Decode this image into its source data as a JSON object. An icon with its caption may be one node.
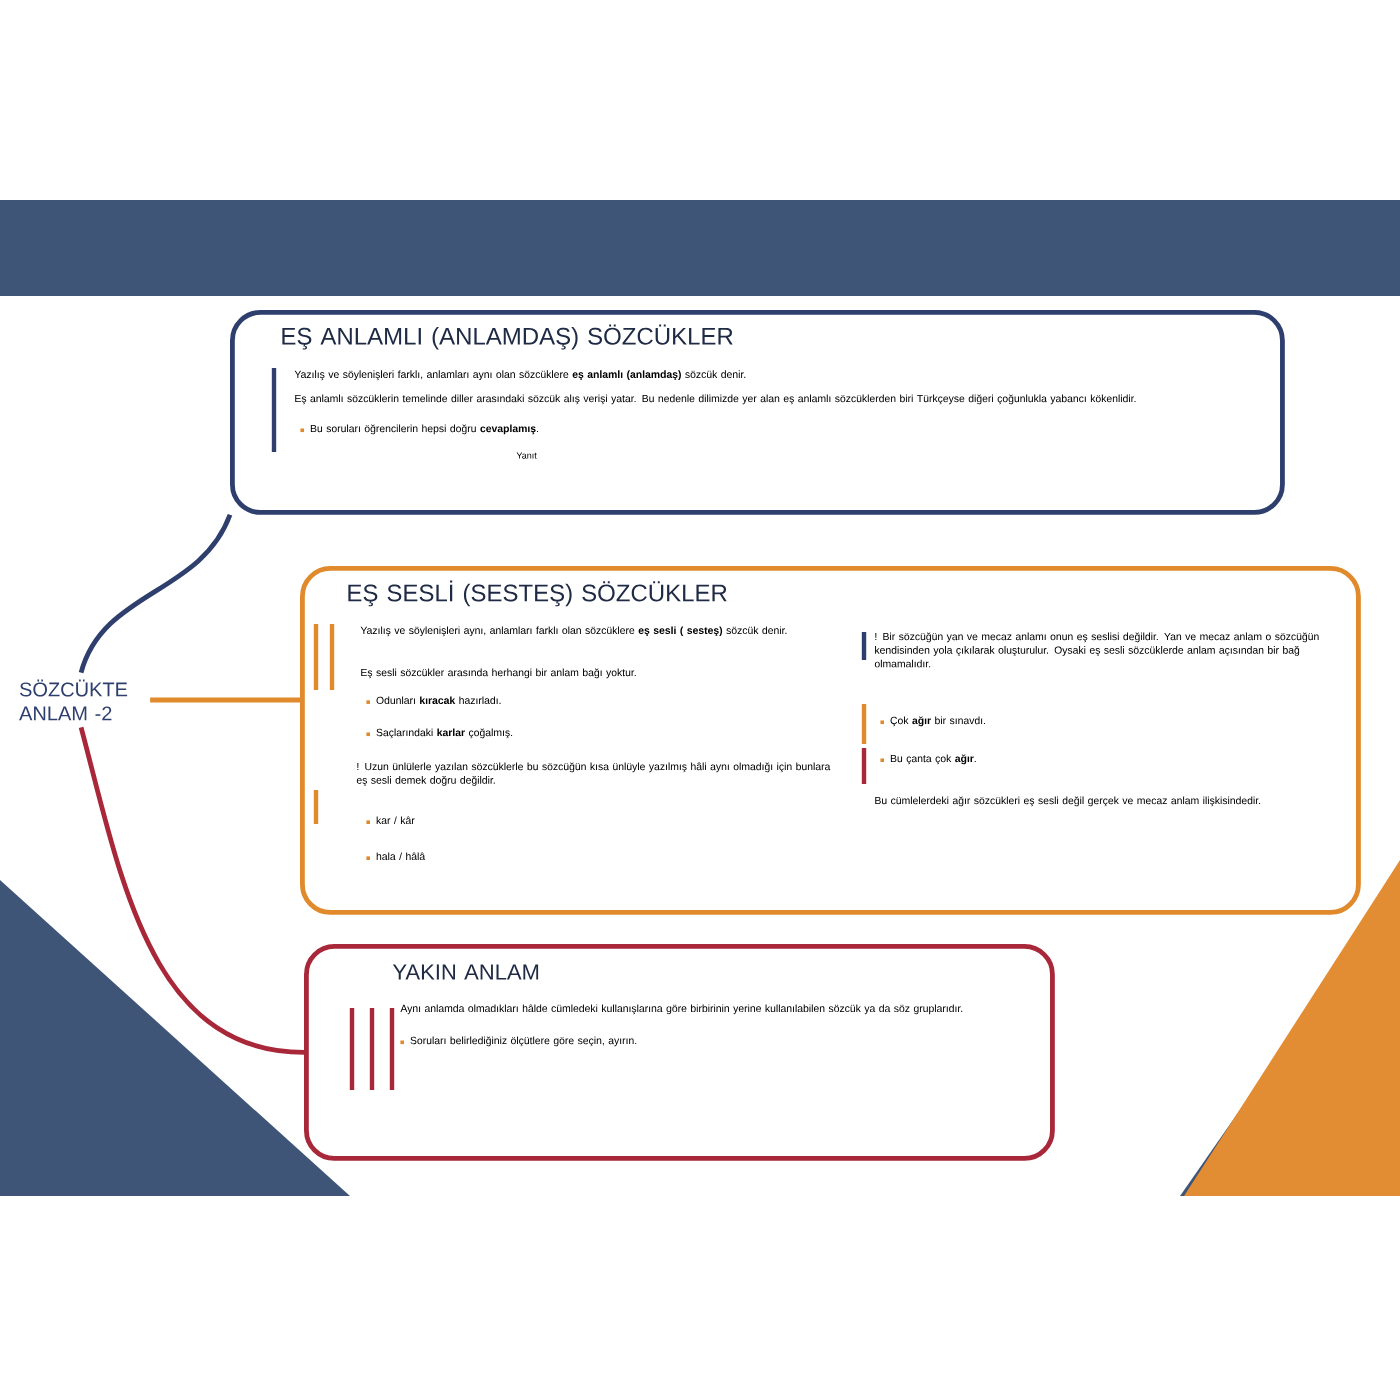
{
  "diagram": {
    "nodes": [
      {
        "text": [
          "SÖZCÜKTE ANLAM -2"
        ]
      },
      {
        "text": [
          "EŞ ANLAMLI (ANLAMDAŞ) SÖZCÜKLER",
          "Yazılış ve söylenişleri farklı, anlamları aynı olan sözcüklere **eş anlamlı (anlamdaş)** sözcük denir.",
          "Eş anlamlı sözcüklerin temelinde diller arasındaki sözcük alış verişi yatar. Bu nedenle dilimizde yer alan eş anlamlı sözcüklerden biri Türkçeyse diğeri çoğunlukla yabancı kökenlidir.",
          "Bu soruları öğrencilerin hepsi doğru **cevaplamış**.",
          "Yanıt"
        ]
      },
      {
        "text": [
          "EŞ SESLİ (SESTEŞ) SÖZCÜKLER",
          "Yazılış ve söylenişleri aynı, anlamları farklı olan sözcüklere **eş sesli ( sesteş)** sözcük denir.",
          "Eş sesli sözcükler arasında herhangi bir anlam bağı yoktur.",
          "Odunları **kıracak** hazırladı.",
          "Saçlarındaki **karlar** çoğalmış.",
          "! Uzun ünlülerle yazılan sözcüklerle bu sözcüğün kısa ünlüyle yazılmış hâli aynı olmadığı için bunlara eş sesli demek doğru değildir.",
          "kar / kâr",
          "hala / hâlâ",
          "! Bir sözcüğün yan ve mecaz anlamı onun eş seslisi değildir. Yan ve mecaz anlam o sözcüğün kendisinden yola çıkılarak oluşturulur. Oysaki eş sesli sözcüklerde anlam açısından bir bağ olmamalıdır.",
          "Çok **ağır** bir sınavdı.",
          "Bu çanta çok **ağır**.",
          "Bu cümlelerdeki ağır sözcükleri eş sesli değil gerçek ve mecaz anlam ilişkisindedir."
        ]
      },
      {
        "text": [
          "YAKIN ANLAM",
          "Aynı anlamda olmadıkları hâlde cümledeki kullanışlarına göre birbirinin yerine kullanılabilen sözcük ya da söz gruplarıdır.",
          "Soruları belirlediğiniz ölçütlere göre seçin, ayırın."
        ]
      }
    ],
    "edges": [
      {
        "from": 0,
        "to": 1,
        "arrow": "none",
        "color": "#2e3f6e"
      },
      {
        "from": 0,
        "to": 2,
        "arrow": "none",
        "color": "#e08a2c"
      },
      {
        "from": 0,
        "to": 3,
        "arrow": "none",
        "color": "#a8283a"
      }
    ]
  }
}
